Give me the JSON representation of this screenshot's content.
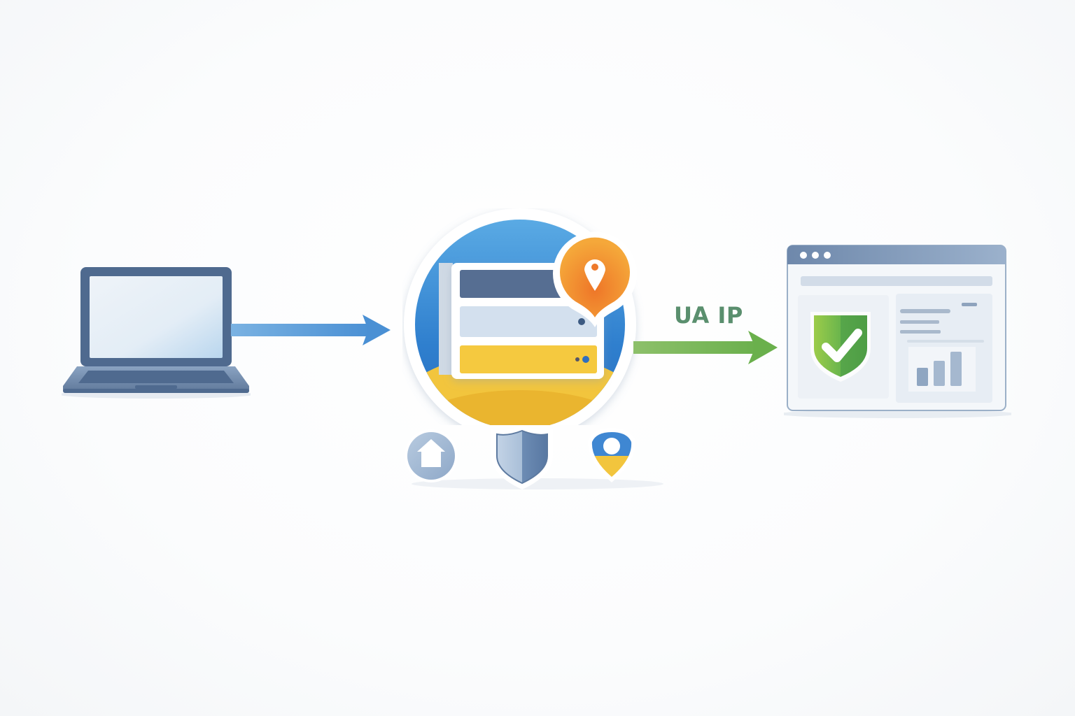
{
  "diagram": {
    "title": "Traffic routed through Ukrainian IP proxy to website",
    "nodes": [
      {
        "id": "client",
        "icon": "laptop-icon",
        "description": "User laptop"
      },
      {
        "id": "proxy",
        "icon": "server-icon",
        "badge_icon": "location-pin-icon",
        "description": "Proxy server with location"
      },
      {
        "id": "website",
        "icon": "browser-window-icon",
        "badge_icon": "shield-check-icon",
        "description": "Target website verified"
      }
    ],
    "edges": [
      {
        "from": "client",
        "to": "proxy",
        "label": "",
        "color": "#4a90d4"
      },
      {
        "from": "proxy",
        "to": "website",
        "label": "UA IP",
        "color": "#6ab04c"
      }
    ],
    "proxy_features": [
      {
        "icon": "home-icon",
        "description": "Residential"
      },
      {
        "icon": "shield-icon",
        "description": "Secure"
      },
      {
        "icon": "ukraine-location-icon",
        "description": "Ukraine location"
      }
    ],
    "edge_label": "UA IP"
  },
  "colors": {
    "laptop": "#4f6a8f",
    "arrow_blue": "#4a90d4",
    "arrow_green": "#6ab04c",
    "label_green": "#5a8f6e",
    "circle_blue": "#3a8ad6",
    "yellow": "#f2c53d",
    "orange": "#f39a2b",
    "shield_green": "#5aa84a",
    "browser_header": "#7d97b8"
  }
}
